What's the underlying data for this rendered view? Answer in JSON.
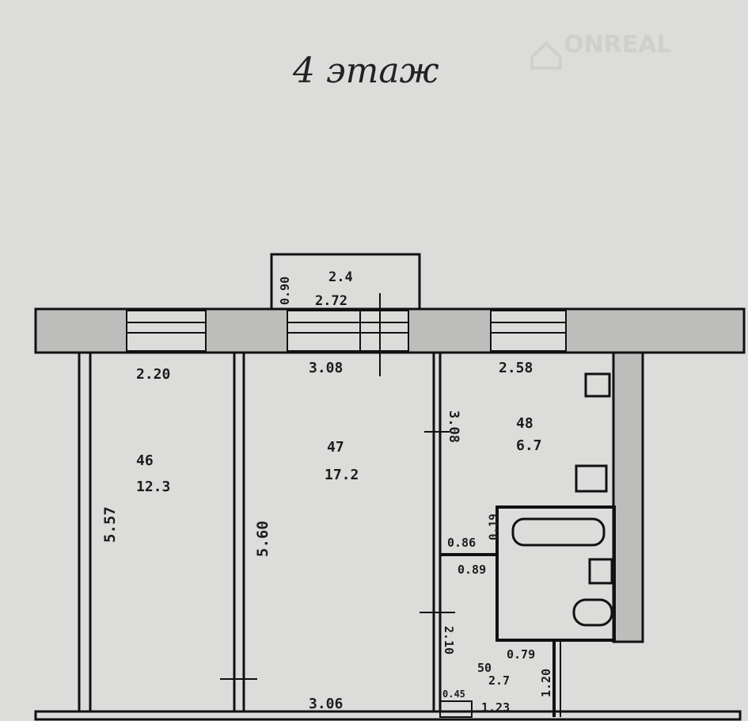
{
  "title": "4 этаж",
  "watermark": "ONREAL",
  "balcony": {
    "width": "2.4",
    "length": "2.72",
    "depth": "0.90"
  },
  "rooms": [
    {
      "number": "46",
      "area": "12.3",
      "width": "2.20",
      "length": "5.57"
    },
    {
      "number": "47",
      "area": "17.2",
      "width": "3.08",
      "length": "5.60",
      "bottom_width": "3.06"
    },
    {
      "number": "48",
      "area": "6.7",
      "width": "2.58",
      "length": "3.08"
    },
    {
      "number": "50",
      "area": "2.7",
      "length": "2.10",
      "width": "1.23",
      "depth": "1.20",
      "closet": "0.45"
    }
  ],
  "bathroom": {
    "dim_a": "0.86",
    "dim_b": "0.19",
    "dim_c": "0.89",
    "door": "0.79"
  }
}
